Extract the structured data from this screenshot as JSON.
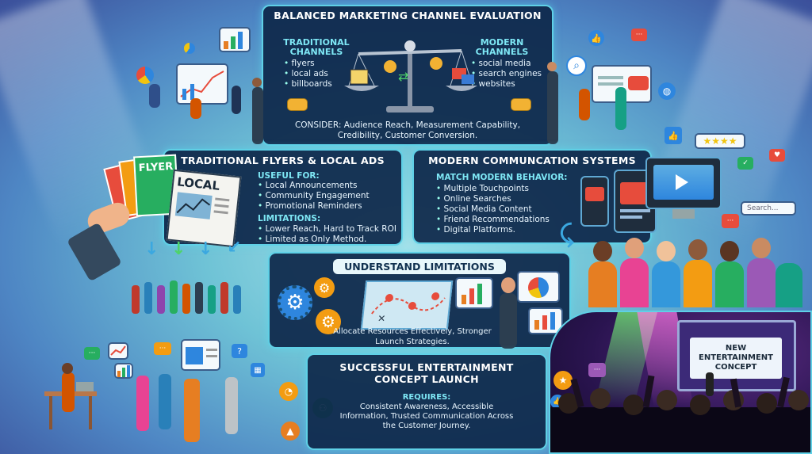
{
  "top_panel": {
    "title": "BALANCED MARKETING CHANNEL EVALUATION",
    "traditional_heading": "TRADITIONAL CHANNELS",
    "traditional_items": [
      "flyers",
      "local ads",
      "billboards"
    ],
    "modern_heading": "MODERN CHANNELS",
    "modern_items": [
      "social media",
      "search engines",
      "websites"
    ],
    "consider_text": "CONSIDER: Audience Reach, Measurement Capability, Credibility, Customer Conversion."
  },
  "traditional_panel": {
    "title": "TRADITIONAL FLYERS & LOCAL ADS",
    "useful_heading": "USEFUL FOR:",
    "useful_items": [
      "Local Announcements",
      "Community Engagement",
      "Promotional Reminders"
    ],
    "limitations_heading": "LIMITATIONS:",
    "limitations_items": [
      "Lower Reach, Hard to Track ROI",
      "Limited as Only Method."
    ],
    "flyer_label": "FLYER",
    "newspaper_label": "LOCAL"
  },
  "modern_panel": {
    "title": "MODERN COMMUNCATION SYSTEMS",
    "heading": "MATCH MODERN BEHAVIOR:",
    "items": [
      "Multiple Touchpoints",
      "Online Searches",
      "Social Media Content",
      "Friend Recommendations",
      "Digital Platforms."
    ],
    "search_placeholder": "Search..."
  },
  "limitations_panel": {
    "title": "UNDERSTAND LIMITATIONS",
    "text": "Allocate Resources Effectively, Stronger Launch Strategies."
  },
  "launch_panel": {
    "title": "SUCCESSFUL ENTERTAINMENT CONCEPT LAUNCH",
    "requires": "REQUIRES:",
    "text": "Consistent Awareness, Accessible Information, Trusted Communication Across the Customer Journey."
  },
  "stage": {
    "screen_text": "NEW ENTERTAINMENT CONCEPT"
  },
  "colors": {
    "panel_bg": "#0e284a",
    "panel_border": "#5fd0e6",
    "accent_cyan": "#7ee7f5",
    "coin_gold": "#f2b233"
  }
}
